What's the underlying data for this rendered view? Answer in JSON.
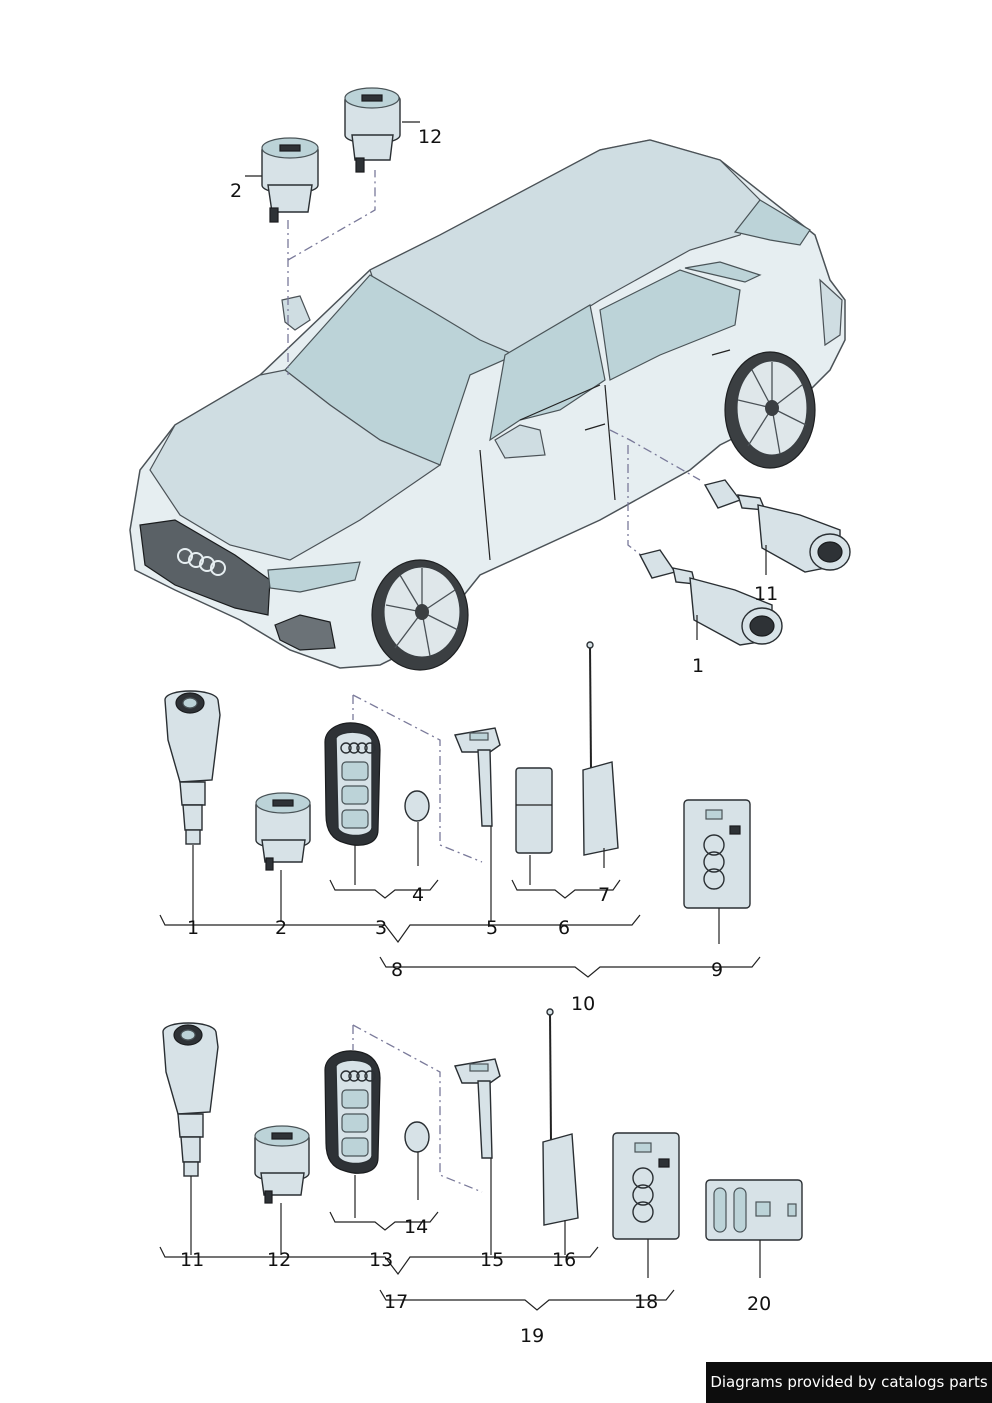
{
  "labels": {
    "car_2": "2",
    "car_12": "12",
    "car_11": "11",
    "car_1": "1",
    "set1_1": "1",
    "set1_2": "2",
    "set1_3": "3",
    "set1_4": "4",
    "set1_5": "5",
    "set1_6": "6",
    "set1_7": "7",
    "set1_8": "8",
    "set1_9": "9",
    "set1_10": "10",
    "set2_11": "11",
    "set2_12": "12",
    "set2_13": "13",
    "set2_14": "14",
    "set2_15": "15",
    "set2_16": "16",
    "set2_17": "17",
    "set2_18": "18",
    "set2_19": "19",
    "set2_20": "20"
  },
  "credit": "Diagrams provided by catalogs parts",
  "colors": {
    "part_fill": "#d7e2e7",
    "glass": "#bcd3d8",
    "outline": "#2a2f33",
    "credit_bg": "#0d0d0d"
  }
}
